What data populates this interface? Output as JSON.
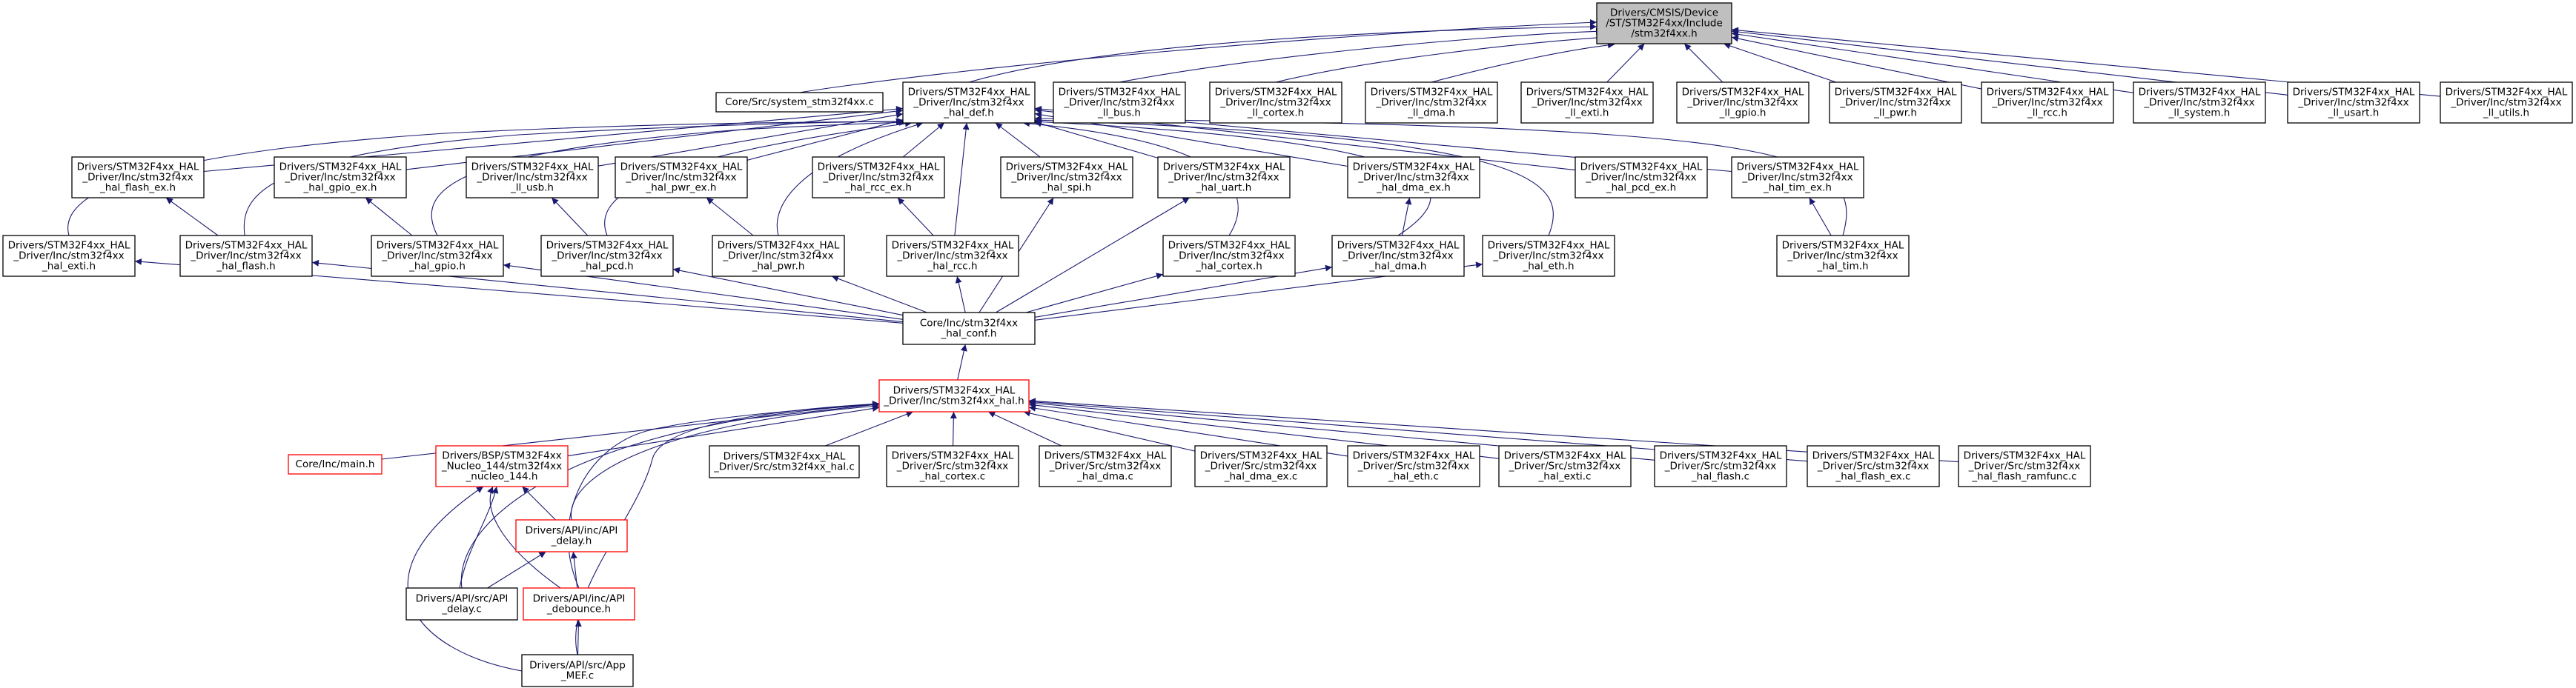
{
  "graph": {
    "edge_color": "#191970",
    "box_border_color": "#000000",
    "incomplete_border_color": "#ff0000",
    "focus_fill_color": "#bfbfbf",
    "nodes": [
      {
        "id": "root",
        "lines": [
          "Drivers/CMSIS/Device",
          "/ST/STM32F4xx/Include",
          "/stm32f4xx.h"
        ],
        "style": "focus"
      },
      {
        "id": "sys",
        "lines": [
          "Core/Src/system_stm32f4xx.c"
        ],
        "style": "normal"
      },
      {
        "id": "def",
        "lines": [
          "Drivers/STM32F4xx_HAL",
          "_Driver/Inc/stm32f4xx",
          "_hal_def.h"
        ],
        "style": "normal"
      },
      {
        "id": "llbus",
        "lines": [
          "Drivers/STM32F4xx_HAL",
          "_Driver/Inc/stm32f4xx",
          "_ll_bus.h"
        ],
        "style": "normal"
      },
      {
        "id": "llcortex",
        "lines": [
          "Drivers/STM32F4xx_HAL",
          "_Driver/Inc/stm32f4xx",
          "_ll_cortex.h"
        ],
        "style": "normal"
      },
      {
        "id": "lldma",
        "lines": [
          "Drivers/STM32F4xx_HAL",
          "_Driver/Inc/stm32f4xx",
          "_ll_dma.h"
        ],
        "style": "normal"
      },
      {
        "id": "llexti",
        "lines": [
          "Drivers/STM32F4xx_HAL",
          "_Driver/Inc/stm32f4xx",
          "_ll_exti.h"
        ],
        "style": "normal"
      },
      {
        "id": "llgpio",
        "lines": [
          "Drivers/STM32F4xx_HAL",
          "_Driver/Inc/stm32f4xx",
          "_ll_gpio.h"
        ],
        "style": "normal"
      },
      {
        "id": "llpwr",
        "lines": [
          "Drivers/STM32F4xx_HAL",
          "_Driver/Inc/stm32f4xx",
          "_ll_pwr.h"
        ],
        "style": "normal"
      },
      {
        "id": "llrcc",
        "lines": [
          "Drivers/STM32F4xx_HAL",
          "_Driver/Inc/stm32f4xx",
          "_ll_rcc.h"
        ],
        "style": "normal"
      },
      {
        "id": "llsystem",
        "lines": [
          "Drivers/STM32F4xx_HAL",
          "_Driver/Inc/stm32f4xx",
          "_ll_system.h"
        ],
        "style": "normal"
      },
      {
        "id": "llusart",
        "lines": [
          "Drivers/STM32F4xx_HAL",
          "_Driver/Inc/stm32f4xx",
          "_ll_usart.h"
        ],
        "style": "normal"
      },
      {
        "id": "llutils",
        "lines": [
          "Drivers/STM32F4xx_HAL",
          "_Driver/Inc/stm32f4xx",
          "_ll_utils.h"
        ],
        "style": "normal"
      },
      {
        "id": "flashex",
        "lines": [
          "Drivers/STM32F4xx_HAL",
          "_Driver/Inc/stm32f4xx",
          "_hal_flash_ex.h"
        ],
        "style": "normal"
      },
      {
        "id": "gpioex",
        "lines": [
          "Drivers/STM32F4xx_HAL",
          "_Driver/Inc/stm32f4xx",
          "_hal_gpio_ex.h"
        ],
        "style": "normal"
      },
      {
        "id": "llusb",
        "lines": [
          "Drivers/STM32F4xx_HAL",
          "_Driver/Inc/stm32f4xx",
          "_ll_usb.h"
        ],
        "style": "normal"
      },
      {
        "id": "pwrex",
        "lines": [
          "Drivers/STM32F4xx_HAL",
          "_Driver/Inc/stm32f4xx",
          "_hal_pwr_ex.h"
        ],
        "style": "normal"
      },
      {
        "id": "rccex",
        "lines": [
          "Drivers/STM32F4xx_HAL",
          "_Driver/Inc/stm32f4xx",
          "_hal_rcc_ex.h"
        ],
        "style": "normal"
      },
      {
        "id": "spi",
        "lines": [
          "Drivers/STM32F4xx_HAL",
          "_Driver/Inc/stm32f4xx",
          "_hal_spi.h"
        ],
        "style": "normal"
      },
      {
        "id": "uart",
        "lines": [
          "Drivers/STM32F4xx_HAL",
          "_Driver/Inc/stm32f4xx",
          "_hal_uart.h"
        ],
        "style": "normal"
      },
      {
        "id": "dmaex",
        "lines": [
          "Drivers/STM32F4xx_HAL",
          "_Driver/Inc/stm32f4xx",
          "_hal_dma_ex.h"
        ],
        "style": "normal"
      },
      {
        "id": "pcdex",
        "lines": [
          "Drivers/STM32F4xx_HAL",
          "_Driver/Inc/stm32f4xx",
          "_hal_pcd_ex.h"
        ],
        "style": "normal"
      },
      {
        "id": "timex",
        "lines": [
          "Drivers/STM32F4xx_HAL",
          "_Driver/Inc/stm32f4xx",
          "_hal_tim_ex.h"
        ],
        "style": "normal"
      },
      {
        "id": "exti",
        "lines": [
          "Drivers/STM32F4xx_HAL",
          "_Driver/Inc/stm32f4xx",
          "_hal_exti.h"
        ],
        "style": "normal"
      },
      {
        "id": "flash",
        "lines": [
          "Drivers/STM32F4xx_HAL",
          "_Driver/Inc/stm32f4xx",
          "_hal_flash.h"
        ],
        "style": "normal"
      },
      {
        "id": "gpio",
        "lines": [
          "Drivers/STM32F4xx_HAL",
          "_Driver/Inc/stm32f4xx",
          "_hal_gpio.h"
        ],
        "style": "normal"
      },
      {
        "id": "pcd",
        "lines": [
          "Drivers/STM32F4xx_HAL",
          "_Driver/Inc/stm32f4xx",
          "_hal_pcd.h"
        ],
        "style": "normal"
      },
      {
        "id": "pwr",
        "lines": [
          "Drivers/STM32F4xx_HAL",
          "_Driver/Inc/stm32f4xx",
          "_hal_pwr.h"
        ],
        "style": "normal"
      },
      {
        "id": "rcc",
        "lines": [
          "Drivers/STM32F4xx_HAL",
          "_Driver/Inc/stm32f4xx",
          "_hal_rcc.h"
        ],
        "style": "normal"
      },
      {
        "id": "cortexh",
        "lines": [
          "Drivers/STM32F4xx_HAL",
          "_Driver/Inc/stm32f4xx",
          "_hal_cortex.h"
        ],
        "style": "normal"
      },
      {
        "id": "dma",
        "lines": [
          "Drivers/STM32F4xx_HAL",
          "_Driver/Inc/stm32f4xx",
          "_hal_dma.h"
        ],
        "style": "normal"
      },
      {
        "id": "eth",
        "lines": [
          "Drivers/STM32F4xx_HAL",
          "_Driver/Inc/stm32f4xx",
          "_hal_eth.h"
        ],
        "style": "normal"
      },
      {
        "id": "tim",
        "lines": [
          "Drivers/STM32F4xx_HAL",
          "_Driver/Inc/stm32f4xx",
          "_hal_tim.h"
        ],
        "style": "normal"
      },
      {
        "id": "conf",
        "lines": [
          "Core/Inc/stm32f4xx",
          "_hal_conf.h"
        ],
        "style": "normal"
      },
      {
        "id": "hal",
        "lines": [
          "Drivers/STM32F4xx_HAL",
          "_Driver/Inc/stm32f4xx_hal.h"
        ],
        "style": "incomplete"
      },
      {
        "id": "mainh",
        "lines": [
          "Core/Inc/main.h"
        ],
        "style": "incomplete"
      },
      {
        "id": "bsp",
        "lines": [
          "Drivers/BSP/STM32F4xx",
          "_Nucleo_144/stm32f4xx",
          "_nucleo_144.h"
        ],
        "style": "incomplete"
      },
      {
        "id": "halc",
        "lines": [
          "Drivers/STM32F4xx_HAL",
          "_Driver/Src/stm32f4xx_hal.c"
        ],
        "style": "normal"
      },
      {
        "id": "cortexc",
        "lines": [
          "Drivers/STM32F4xx_HAL",
          "_Driver/Src/stm32f4xx",
          "_hal_cortex.c"
        ],
        "style": "normal"
      },
      {
        "id": "dmac",
        "lines": [
          "Drivers/STM32F4xx_HAL",
          "_Driver/Src/stm32f4xx",
          "_hal_dma.c"
        ],
        "style": "normal"
      },
      {
        "id": "dmaexc",
        "lines": [
          "Drivers/STM32F4xx_HAL",
          "_Driver/Src/stm32f4xx",
          "_hal_dma_ex.c"
        ],
        "style": "normal"
      },
      {
        "id": "ethc",
        "lines": [
          "Drivers/STM32F4xx_HAL",
          "_Driver/Src/stm32f4xx",
          "_hal_eth.c"
        ],
        "style": "normal"
      },
      {
        "id": "extic",
        "lines": [
          "Drivers/STM32F4xx_HAL",
          "_Driver/Src/stm32f4xx",
          "_hal_exti.c"
        ],
        "style": "normal"
      },
      {
        "id": "flashc",
        "lines": [
          "Drivers/STM32F4xx_HAL",
          "_Driver/Src/stm32f4xx",
          "_hal_flash.c"
        ],
        "style": "normal"
      },
      {
        "id": "flashexc",
        "lines": [
          "Drivers/STM32F4xx_HAL",
          "_Driver/Src/stm32f4xx",
          "_hal_flash_ex.c"
        ],
        "style": "normal"
      },
      {
        "id": "ramfunc",
        "lines": [
          "Drivers/STM32F4xx_HAL",
          "_Driver/Src/stm32f4xx",
          "_hal_flash_ramfunc.c"
        ],
        "style": "normal"
      },
      {
        "id": "apidelayh",
        "lines": [
          "Drivers/API/inc/API",
          "_delay.h"
        ],
        "style": "incomplete"
      },
      {
        "id": "apidelayc",
        "lines": [
          "Drivers/API/src/API",
          "_delay.c"
        ],
        "style": "normal"
      },
      {
        "id": "apidebh",
        "lines": [
          "Drivers/API/inc/API",
          "_debounce.h"
        ],
        "style": "incomplete"
      },
      {
        "id": "appmef",
        "lines": [
          "Drivers/API/src/App",
          "_MEF.c"
        ],
        "style": "normal"
      }
    ],
    "edges": [
      [
        "sys",
        "root"
      ],
      [
        "def",
        "root"
      ],
      [
        "llbus",
        "root"
      ],
      [
        "llcortex",
        "root"
      ],
      [
        "lldma",
        "root"
      ],
      [
        "llexti",
        "root"
      ],
      [
        "llgpio",
        "root"
      ],
      [
        "llpwr",
        "root"
      ],
      [
        "llrcc",
        "root"
      ],
      [
        "llsystem",
        "root"
      ],
      [
        "llusart",
        "root"
      ],
      [
        "llutils",
        "root"
      ],
      [
        "flashex",
        "def"
      ],
      [
        "gpioex",
        "def"
      ],
      [
        "llusb",
        "def"
      ],
      [
        "pwrex",
        "def"
      ],
      [
        "rccex",
        "def"
      ],
      [
        "spi",
        "def"
      ],
      [
        "uart",
        "def"
      ],
      [
        "dmaex",
        "def"
      ],
      [
        "pcdex",
        "def"
      ],
      [
        "timex",
        "def"
      ],
      [
        "exti",
        "def"
      ],
      [
        "flash",
        "def"
      ],
      [
        "gpio",
        "def"
      ],
      [
        "pcd",
        "def"
      ],
      [
        "pwr",
        "def"
      ],
      [
        "rcc",
        "def"
      ],
      [
        "cortexh",
        "def"
      ],
      [
        "dma",
        "def"
      ],
      [
        "eth",
        "def"
      ],
      [
        "tim",
        "def"
      ],
      [
        "flash",
        "flashex"
      ],
      [
        "gpio",
        "gpioex"
      ],
      [
        "pcd",
        "llusb"
      ],
      [
        "pwr",
        "pwrex"
      ],
      [
        "rcc",
        "rccex"
      ],
      [
        "dma",
        "dmaex"
      ],
      [
        "tim",
        "timex"
      ],
      [
        "conf",
        "exti"
      ],
      [
        "conf",
        "flash"
      ],
      [
        "conf",
        "gpio"
      ],
      [
        "conf",
        "pcd"
      ],
      [
        "conf",
        "pwr"
      ],
      [
        "conf",
        "rcc"
      ],
      [
        "conf",
        "spi"
      ],
      [
        "conf",
        "uart"
      ],
      [
        "conf",
        "cortexh"
      ],
      [
        "conf",
        "dma"
      ],
      [
        "conf",
        "eth"
      ],
      [
        "hal",
        "conf"
      ],
      [
        "mainh",
        "hal"
      ],
      [
        "bsp",
        "hal"
      ],
      [
        "halc",
        "hal"
      ],
      [
        "cortexc",
        "hal"
      ],
      [
        "dmac",
        "hal"
      ],
      [
        "dmaexc",
        "hal"
      ],
      [
        "ethc",
        "hal"
      ],
      [
        "extic",
        "hal"
      ],
      [
        "flashc",
        "hal"
      ],
      [
        "flashexc",
        "hal"
      ],
      [
        "ramfunc",
        "hal"
      ],
      [
        "apidelayh",
        "hal"
      ],
      [
        "apidelayc",
        "hal"
      ],
      [
        "apidebh",
        "hal"
      ],
      [
        "appmef",
        "hal"
      ],
      [
        "apidelayh",
        "bsp"
      ],
      [
        "apidelayc",
        "bsp"
      ],
      [
        "apidebh",
        "bsp"
      ],
      [
        "appmef",
        "bsp"
      ],
      [
        "apidelayc",
        "apidelayh"
      ],
      [
        "apidebh",
        "apidelayh"
      ],
      [
        "appmef",
        "apidebh"
      ]
    ]
  }
}
